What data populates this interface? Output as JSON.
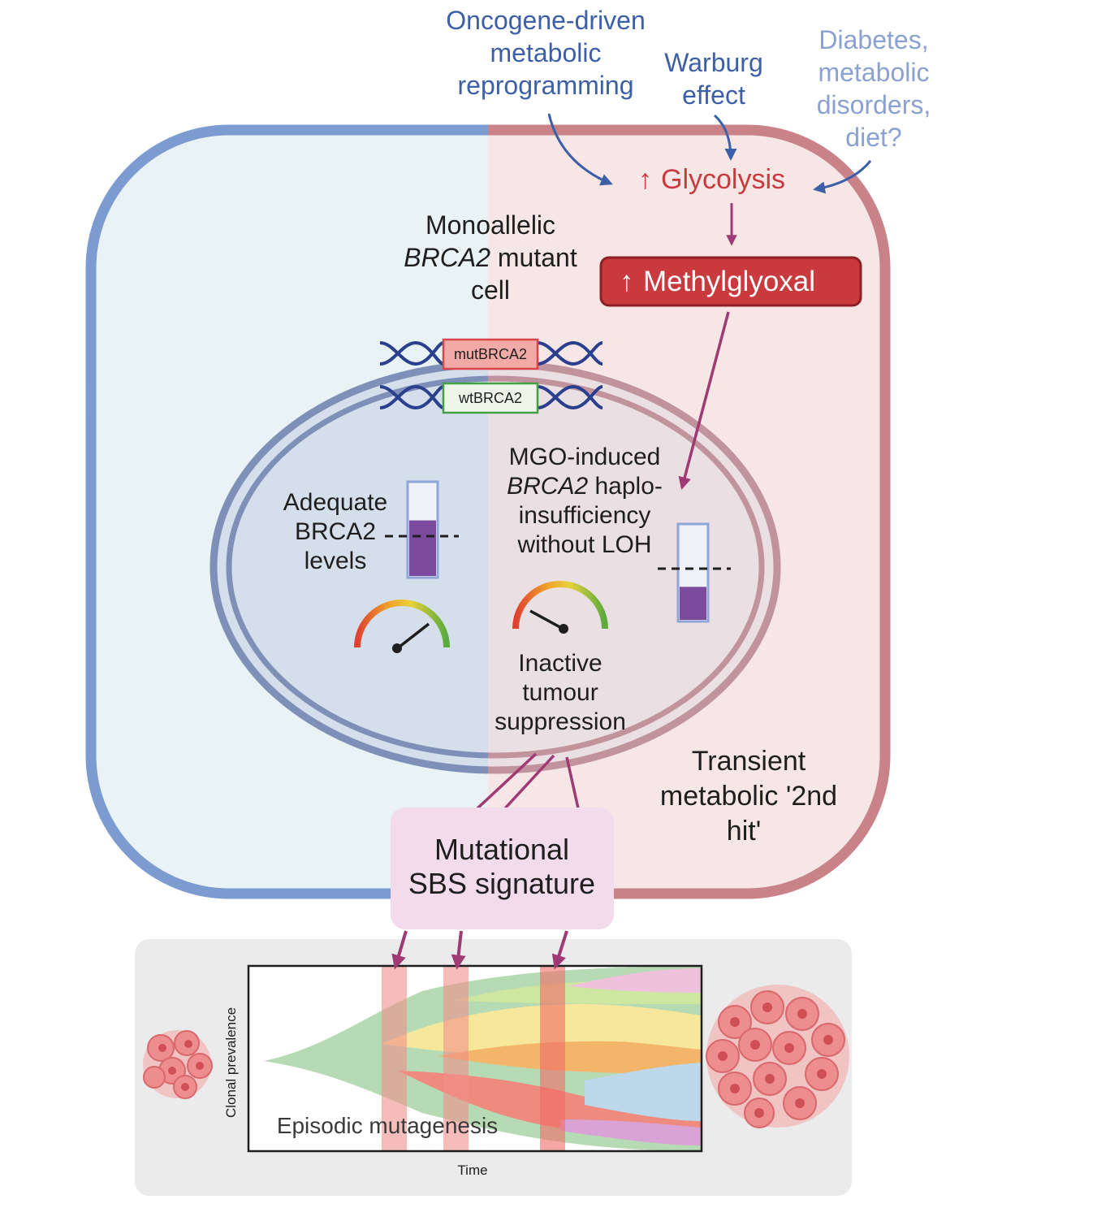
{
  "colors": {
    "blue_accent": "#3d5fa8",
    "blue_light_text": "#8aa1d1",
    "red_accent": "#c93a3f",
    "purple_arrow": "#a03a75",
    "cell_left_fill": "#e9f2f4",
    "cell_right_fill": "#f6e6e6",
    "cell_left_border": "#7c9bd0",
    "cell_right_border": "#c98388",
    "level_fill": "#7b4a9d",
    "signature_box": "#f2dcec"
  },
  "drivers": {
    "oncogene": [
      "Oncogene-driven",
      "metabolic",
      "reprogramming"
    ],
    "warburg": [
      "Warburg",
      "effect"
    ],
    "diabetes": [
      "Diabetes,",
      "metabolic",
      "disorders,",
      "diet?"
    ]
  },
  "glycolysis": {
    "arrow": "↑",
    "label": "Glycolysis"
  },
  "methylglyoxal": {
    "arrow": "↑",
    "label": "Methylglyoxal"
  },
  "cell_title": {
    "line1": "Monoallelic",
    "gene": "BRCA2",
    "line2_rest": " mutant",
    "line3": "cell"
  },
  "alleles": {
    "mutant": "mutBRCA2",
    "wildtype": "wtBRCA2"
  },
  "left_state": {
    "label": [
      "Adequate",
      "BRCA2",
      "levels"
    ],
    "level_fraction": 0.6
  },
  "right_state": {
    "line1": "MGO-induced",
    "gene": "BRCA2",
    "line2_rest": " haplo-",
    "line3": "insufficiency",
    "line4": "without LOH",
    "level_fraction": 0.35
  },
  "gauges": {
    "left_needle": "high",
    "right_needle": "low"
  },
  "inactive": [
    "Inactive",
    "tumour",
    "suppression"
  ],
  "second_hit": [
    "Transient",
    "metabolic '2nd",
    "hit'"
  ],
  "signature": [
    "Mutational",
    "SBS signature"
  ],
  "fishplot": {
    "y_label": "Clonal prevalence",
    "x_label": "Time",
    "caption": "Episodic mutagenesis"
  }
}
